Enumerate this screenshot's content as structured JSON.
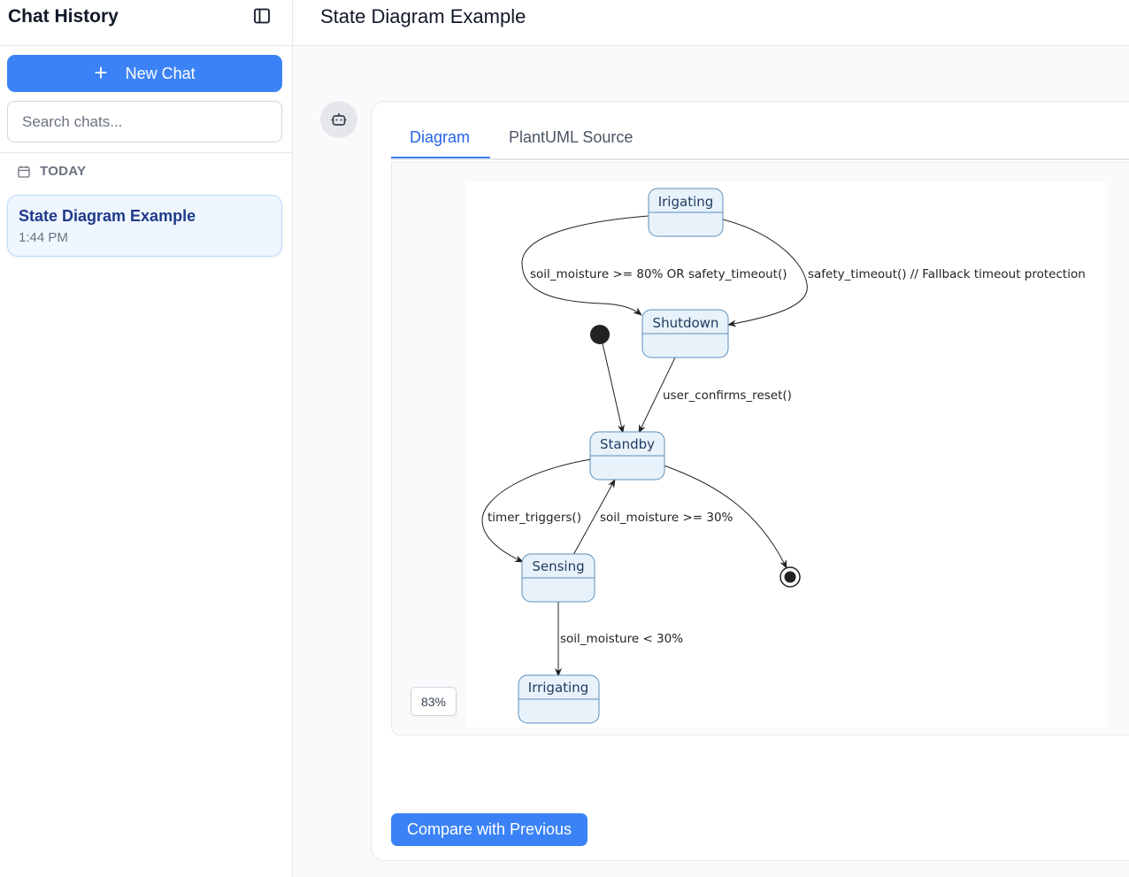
{
  "sidebar": {
    "title": "Chat History",
    "new_chat_label": "New Chat",
    "search_placeholder": "Search chats...",
    "group_label": "TODAY",
    "chats": [
      {
        "title": "State Diagram Example",
        "time": "1:44 PM"
      }
    ]
  },
  "main": {
    "title": "State Diagram Example",
    "tabs": [
      {
        "label": "Diagram",
        "active": true
      },
      {
        "label": "PlantUML Source",
        "active": false
      }
    ],
    "zoom": "83%",
    "compare_label": "Compare with Previous"
  },
  "diagram": {
    "states": {
      "irrigating_top": "Irigating",
      "shutdown": "Shutdown",
      "standby": "Standby",
      "sensing": "Sensing",
      "irrigating_bottom": "Irrigating"
    },
    "transitions": {
      "irrigating_to_shutdown_left": "soil_moisture >= 80% OR safety_timeout()",
      "irrigating_to_shutdown_right": "safety_timeout() // Fallback timeout protection",
      "shutdown_to_standby": "user_confirms_reset()",
      "standby_to_sensing": "timer_triggers()",
      "sensing_to_standby": "soil_moisture >= 30%",
      "sensing_to_irrigating": "soil_moisture < 30%"
    }
  },
  "colors": {
    "accent": "#3b82f6",
    "state_fill": "#e8f2fb",
    "state_stroke": "#5b8fb9"
  },
  "icons": {
    "collapse": "sidebar-collapse-icon",
    "new_chat": "plus-icon",
    "group": "calendar-icon",
    "assistant": "robot-icon"
  }
}
